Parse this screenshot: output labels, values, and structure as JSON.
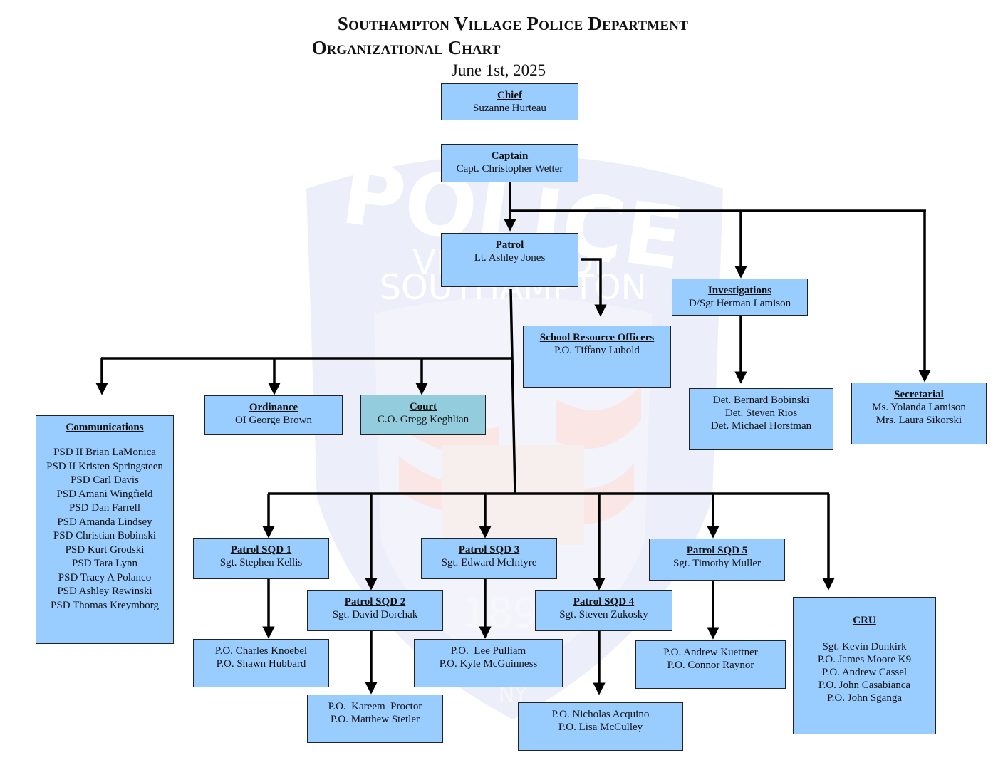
{
  "header": {
    "title": "Southampton Village Police Department",
    "subtitle": "Organizational Chart",
    "date": "June 1st, 2025"
  },
  "watermark": {
    "text_top": "POLICE",
    "text_mid": "VILLAGE OF",
    "text_bottom": "SOUTHAMPTON",
    "year": "1894",
    "state": "NY"
  },
  "colors": {
    "box_fill": "#99ccff",
    "court_fill": "#93cddd",
    "line": "#000000",
    "watermark_blue": "#e8ecf8"
  },
  "nodes": {
    "chief": {
      "title": "Chief",
      "members": [
        "Suzanne Hurteau"
      ]
    },
    "captain": {
      "title": "Captain",
      "members": [
        "Capt. Christopher Wetter"
      ]
    },
    "patrol": {
      "title": "Patrol",
      "members": [
        "Lt. Ashley Jones"
      ]
    },
    "investigations": {
      "title": "Investigations",
      "members": [
        "D/Sgt Herman Lamison"
      ]
    },
    "detectives": {
      "members": [
        "Det. Bernard Bobinski",
        "Det. Steven Rios",
        "Det. Michael Horstman"
      ]
    },
    "secretarial": {
      "title": "Secretarial",
      "members": [
        "Ms. Yolanda Lamison",
        "Mrs. Laura Sikorski"
      ]
    },
    "sro": {
      "title": "School Resource Officers",
      "members": [
        "P.O. Tiffany Lubold"
      ]
    },
    "ordinance": {
      "title": "Ordinance",
      "members": [
        "OI George Brown"
      ]
    },
    "court": {
      "title": "Court",
      "members": [
        "C.O. Gregg Keghlian"
      ]
    },
    "communications": {
      "title": "Communications",
      "members": [
        "PSD II Brian LaMonica",
        "PSD II Kristen Springsteen",
        "PSD Carl Davis",
        "PSD Amani Wingfield",
        "PSD Dan Farrell",
        "PSD Amanda Lindsey",
        "PSD Christian Bobinski",
        "PSD Kurt Grodski",
        "PSD Tara Lynn",
        "PSD Tracy A Polanco",
        "PSD Ashley Rewinski",
        "PSD Thomas Kreymborg"
      ]
    },
    "sqd1": {
      "title": "Patrol SQD 1",
      "members": [
        "Sgt. Stephen Kellis"
      ]
    },
    "sqd1_officers": {
      "members": [
        "P.O. Charles Knoebel",
        "P.O. Shawn Hubbard"
      ]
    },
    "sqd2": {
      "title": "Patrol SQD 2",
      "members": [
        "Sgt. David Dorchak"
      ]
    },
    "sqd2_officers": {
      "members": [
        "P.O.  Kareem  Proctor",
        "P.O. Matthew Stetler"
      ]
    },
    "sqd3": {
      "title": "Patrol SQD 3",
      "members": [
        "Sgt. Edward McIntyre"
      ]
    },
    "sqd3_officers": {
      "members": [
        "P.O.  Lee Pulliam",
        "P.O. Kyle McGuinness"
      ]
    },
    "sqd4": {
      "title": "Patrol SQD 4",
      "members": [
        "Sgt. Steven Zukosky"
      ]
    },
    "sqd4_officers": {
      "members": [
        "P.O. Nicholas Acquino",
        "P.O. Lisa McCulley"
      ]
    },
    "sqd5": {
      "title": "Patrol SQD 5",
      "members": [
        "Sgt. Timothy Muller"
      ]
    },
    "sqd5_officers": {
      "members": [
        "P.O. Andrew Kuettner",
        "P.O. Connor Raynor"
      ]
    },
    "cru": {
      "title": "CRU",
      "members": [
        "Sgt. Kevin Dunkirk",
        "P.O. James Moore K9",
        "P.O. Andrew Cassel",
        "P.O. John Casabianca",
        "P.O. John Sganga"
      ]
    }
  }
}
